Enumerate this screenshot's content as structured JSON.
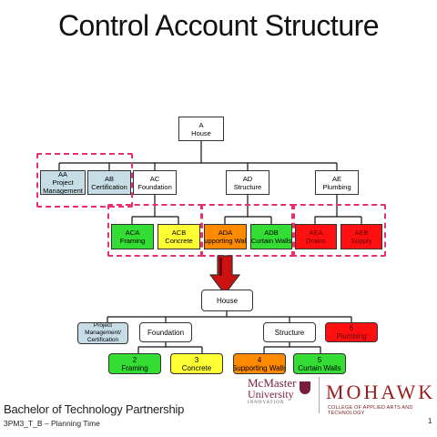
{
  "title": "Control Account Structure",
  "colors": {
    "blue_box": "#c7dde6",
    "green_box": "#33dd33",
    "yellow_box": "#ffff33",
    "orange_box": "#ff8a00",
    "red_box": "#ff1010",
    "dashed_outline": "#e8306e",
    "arrow": "#cc1111"
  },
  "top_tree": {
    "root": {
      "code": "A",
      "name": "House"
    },
    "level2": [
      {
        "code": "AA",
        "name": "Project Management"
      },
      {
        "code": "AB",
        "name": "Certification"
      },
      {
        "code": "AC",
        "name": "Foundation"
      },
      {
        "code": "AD",
        "name": "Structure"
      },
      {
        "code": "AE",
        "name": "Plumbing"
      }
    ],
    "level3": [
      {
        "code": "ACA",
        "name": "Framing"
      },
      {
        "code": "ACB",
        "name": "Concrete"
      },
      {
        "code": "ADA",
        "name": "Supporting Walls"
      },
      {
        "code": "ADB",
        "name": "Curtain Walls"
      },
      {
        "code": "AEA",
        "name": "Drains"
      },
      {
        "code": "AEB",
        "name": "Supply"
      }
    ]
  },
  "bottom_tree": {
    "root": "House",
    "level2": [
      {
        "code": "",
        "name": "Project Management/ Certification"
      },
      {
        "code": "",
        "name": "Foundation"
      },
      {
        "code": "",
        "name": "Structure"
      },
      {
        "code": "6",
        "name": "Plumbing"
      }
    ],
    "level3": [
      {
        "code": "2",
        "name": "Framing"
      },
      {
        "code": "3",
        "name": "Concrete"
      },
      {
        "code": "4",
        "name": "Supporting Walls"
      },
      {
        "code": "5",
        "name": "Curtain Walls"
      }
    ]
  },
  "footer": {
    "program": "Bachelor of Technology Partnership",
    "course": "3PM3_T_B – Planning Time",
    "mcmaster_line1": "McMaster",
    "mcmaster_line2": "University",
    "mcmaster_line3": "INNOVATION",
    "mohawk": "MOHAWK",
    "mohawk_sub": "COLLEGE OF APPLIED ARTS AND TECHNOLOGY",
    "page": "1"
  }
}
